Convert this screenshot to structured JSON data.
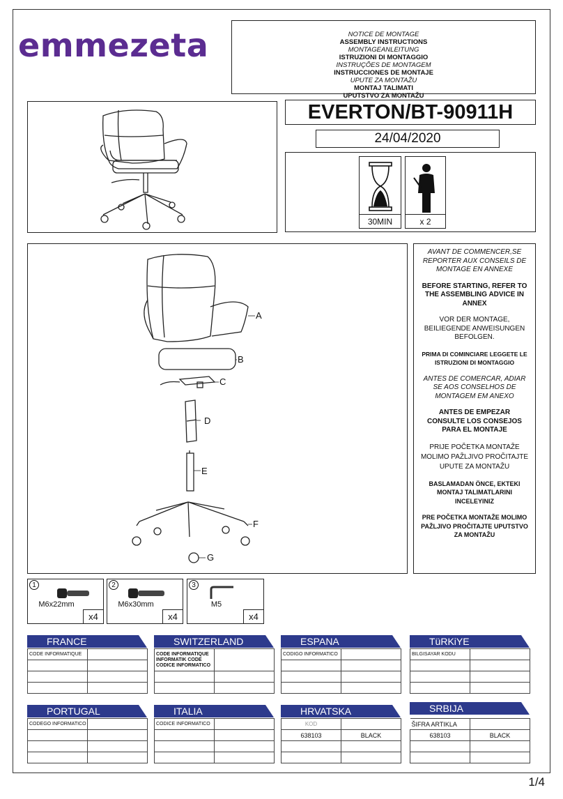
{
  "brand": "emmezeta",
  "instruction_titles": [
    {
      "text": "NOTICE DE MONTAGE",
      "style": "it"
    },
    {
      "text": "ASSEMBLY INSTRUCTIONS",
      "style": "bd"
    },
    {
      "text": "MONTAGEANLEITUNG",
      "style": "it"
    },
    {
      "text": "ISTRUZIONI DI MONTAGGIO",
      "style": "bd"
    },
    {
      "text": "INSTRUÇÕES DE MONTAGEM",
      "style": "it"
    },
    {
      "text": "INSTRUCCIONES DE MONTAJE",
      "style": "bd"
    },
    {
      "text": "UPUTE ZA MONTAŽU",
      "style": "it"
    },
    {
      "text": "MONTAJ TALIMATI",
      "style": "bd"
    },
    {
      "text": "UPUTSTVO ZA MONTAŽU",
      "style": "bd"
    }
  ],
  "model": "EVERTON/BT-90911H",
  "date": "24/04/2020",
  "assembly_time": "30MIN",
  "persons": "x 2",
  "parts": [
    "A",
    "B",
    "C",
    "D",
    "E",
    "F",
    "G"
  ],
  "notes": [
    {
      "text": "AVANT DE COMMENCER,SE REPORTER AUX CONSEILS DE MONTAGE EN ANNEXE",
      "style": "it"
    },
    {
      "text": "BEFORE STARTING, REFER TO THE ASSEMBLING ADVICE IN ANNEX",
      "style": "bd"
    },
    {
      "text": "VOR DER MONTAGE, BEILIEGENDE ANWEISUNGEN BEFOLGEN.",
      "style": ""
    },
    {
      "text": "PRIMA DI COMINCIARE LEGGETE LE ISTRUZIONI DI MONTAGGIO",
      "style": "bd small"
    },
    {
      "text": "ANTES DE COMERCAR, ADIAR SE AOS CONSELHOS DE MONTAGEM EM ANEXO",
      "style": "it"
    },
    {
      "text": "ANTES DE EMPEZAR CONSULTE LOS CONSEJOS PARA EL MONTAJE",
      "style": "bd"
    },
    {
      "text": "PRIJE POČETKA MONTAŽE MOLIMO PAŽLJIVO PROČITAJTE UPUTE ZA MONTAŽU",
      "style": ""
    },
    {
      "text": "BASLAMADAN ÖNCE, EKTEKI MONTAJ TALIMATLARINI INCELEYINIZ",
      "style": "bd"
    },
    {
      "text": "PRE POČETKA MONTAŽE MOLIMO PAŽLJIVO PROČITAJTE UPUTSTVO ZA MONTAŽU",
      "style": "bd"
    }
  ],
  "hardware": [
    {
      "num": "1",
      "size": "M6x22mm",
      "qty": "x4",
      "icon": "bolt-icon"
    },
    {
      "num": "2",
      "size": "M6x30mm",
      "qty": "x4",
      "icon": "bolt-icon"
    },
    {
      "num": "3",
      "size": "M5",
      "qty": "x4",
      "icon": "allen-key-icon"
    }
  ],
  "countries": [
    {
      "name": "FRANCE",
      "code_label": "CODE INFORMATIQUE"
    },
    {
      "name": "SWITZERLAND",
      "code_label": "CODE INFORMATIQUE\nINFORMATIK CODE\nCODICE INFORMATICO"
    },
    {
      "name": "ESPANA",
      "code_label": "CODIGO INFORMATICO"
    },
    {
      "name": "TüRKiYE",
      "code_label": "BILGISAYAR KODU"
    },
    {
      "name": "PORTUGAL",
      "code_label": "CODEGO INFORMATICO"
    },
    {
      "name": "ITALIA",
      "code_label": "CODICE INFORMATICO"
    },
    {
      "name": "HRVATSKA",
      "code_label": "KOD",
      "code": "638103",
      "color": "BLACK"
    },
    {
      "name": "SRBIJA",
      "code_label": "ŠIFRA ARTIKLA",
      "code": "638103",
      "color": "BLACK"
    }
  ],
  "page_number": "1/4",
  "colors": {
    "brand": "#5b2c91",
    "tab": "#2d3a8c"
  }
}
